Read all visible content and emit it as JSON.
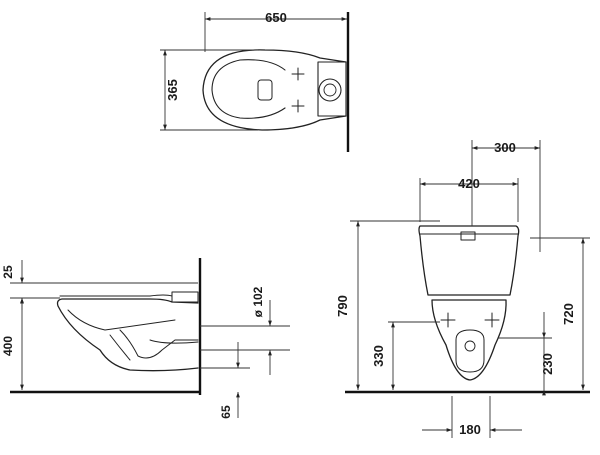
{
  "dimensions": {
    "top_width": "650",
    "top_depth": "365",
    "front_tank_width": "420",
    "front_wall_offset": "300",
    "front_height_total": "790",
    "front_height_outlet": "720",
    "front_height_seat": "330",
    "front_height_fix": "230",
    "front_bottom_width": "180",
    "side_cover": "25",
    "side_height": "400",
    "side_pipe_diameter": "ø 102",
    "side_bottom": "65"
  }
}
